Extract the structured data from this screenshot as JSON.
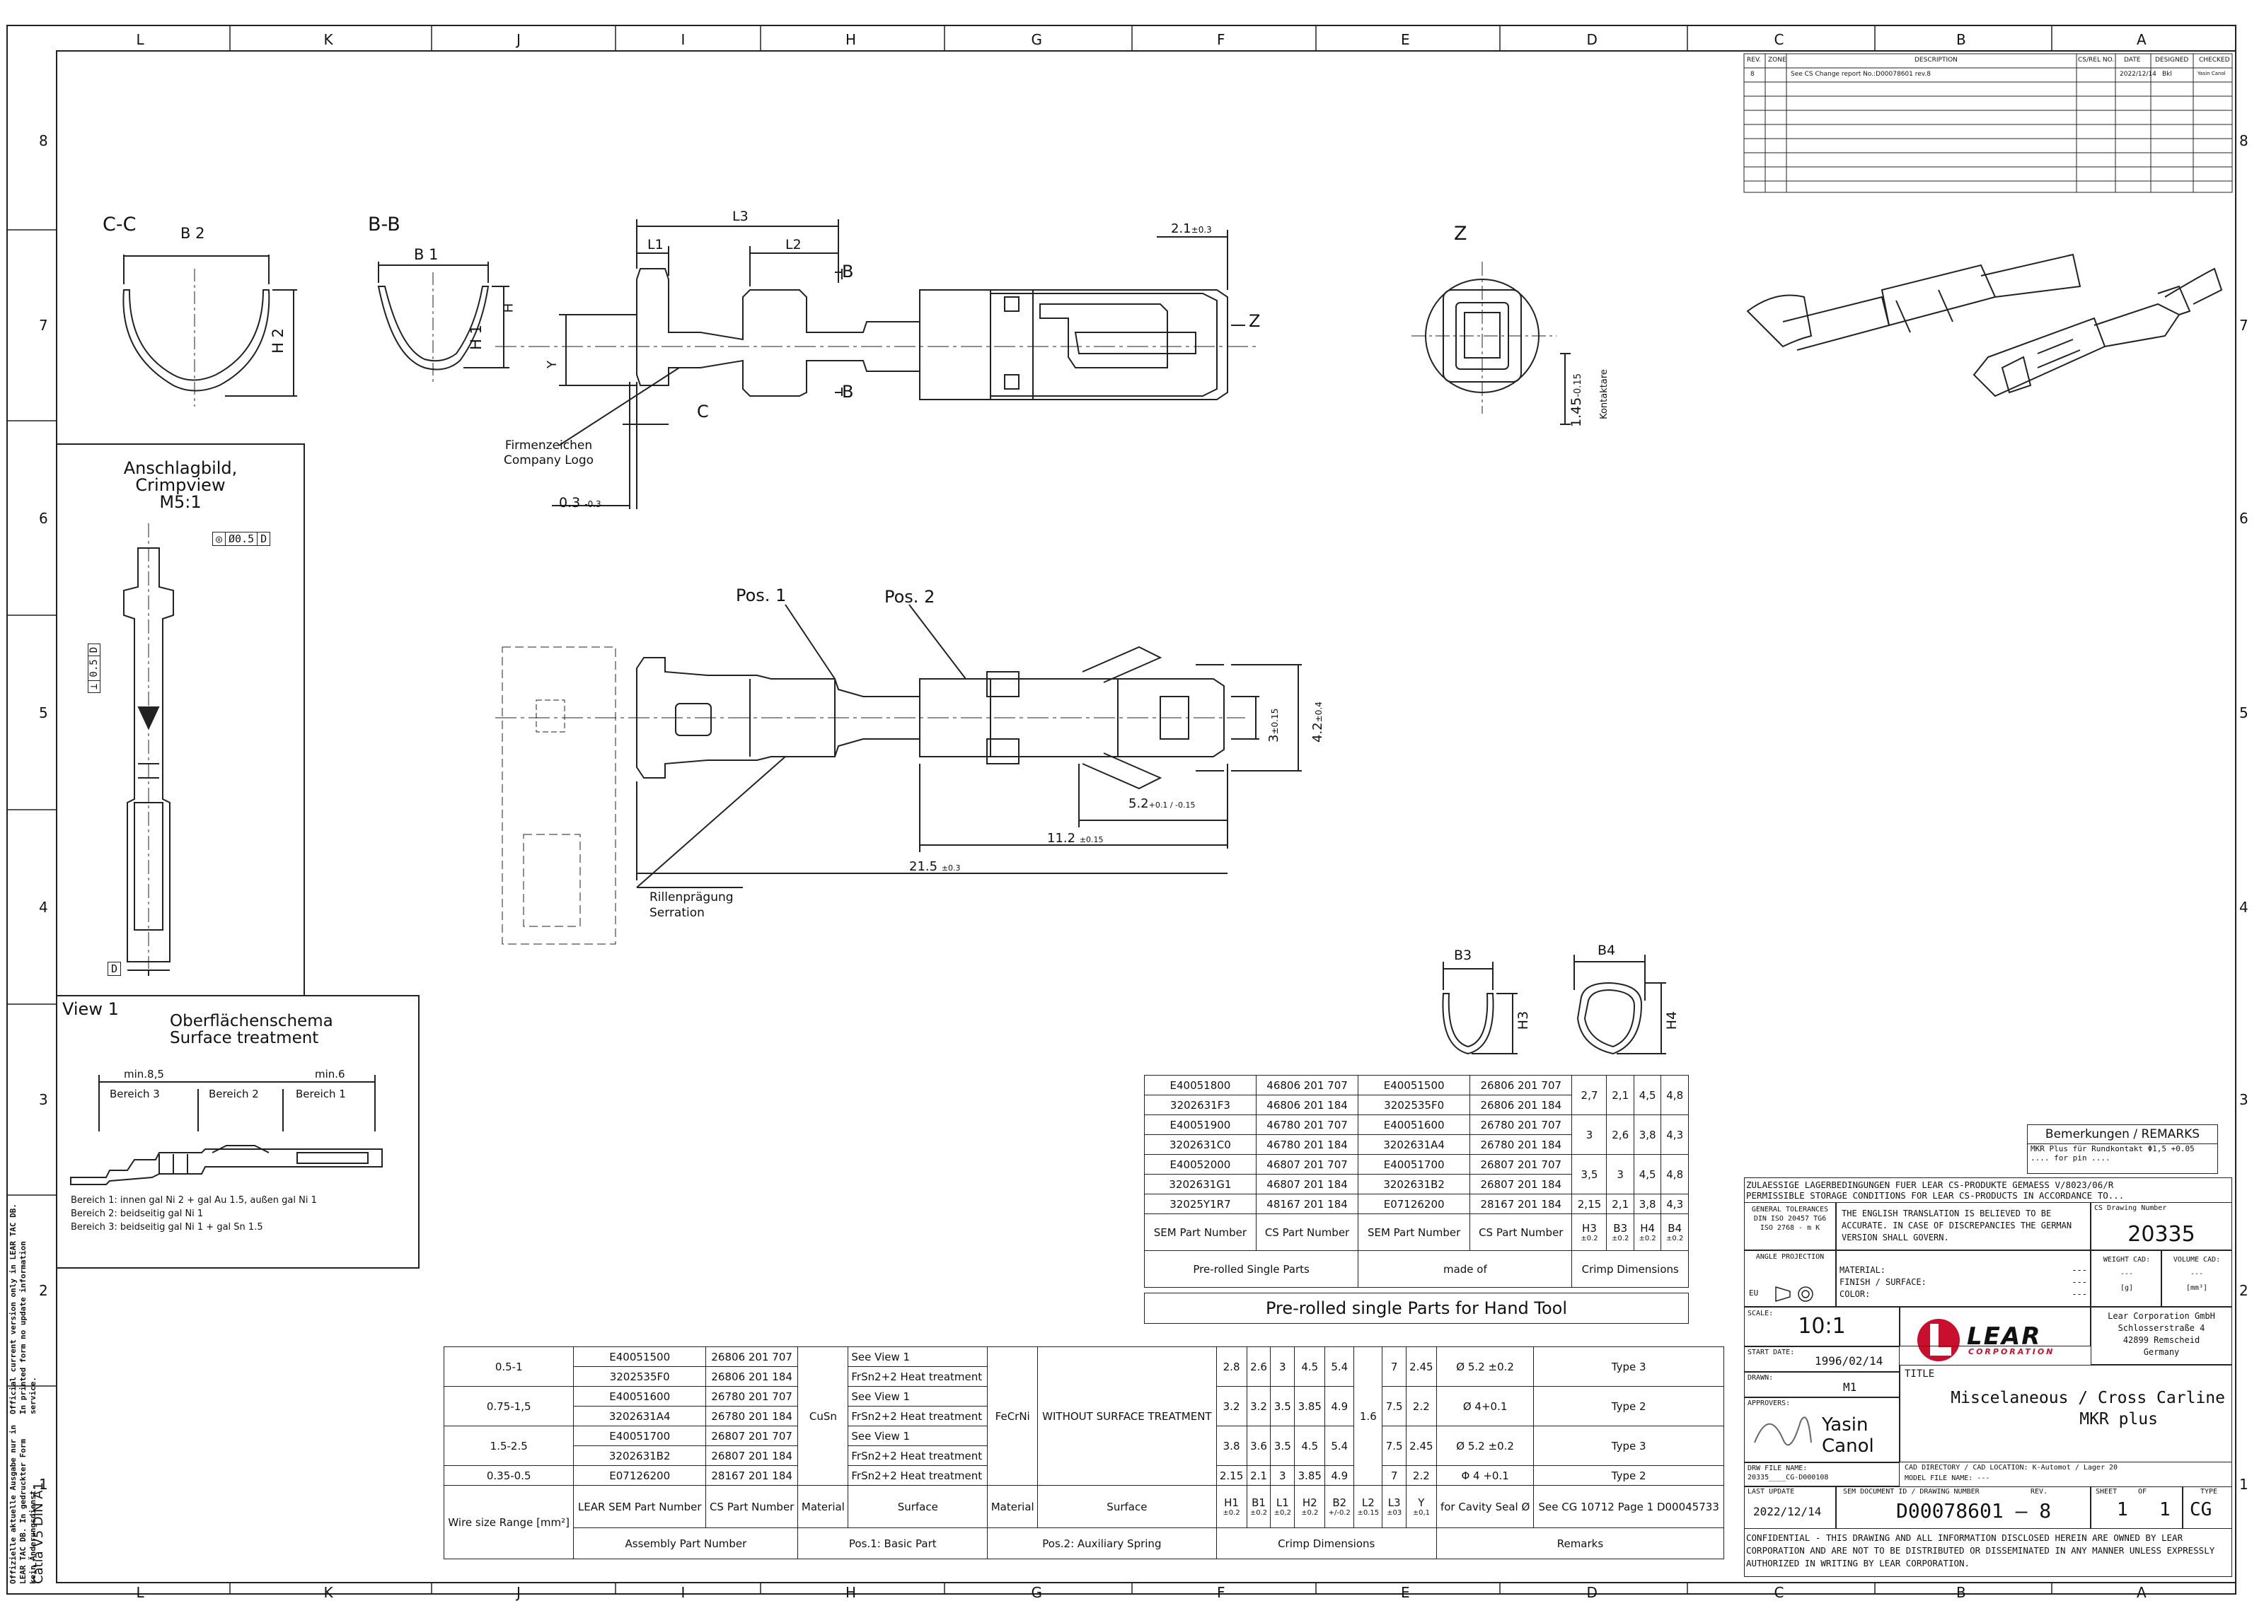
{
  "zones": {
    "columns": [
      "L",
      "K",
      "J",
      "I",
      "H",
      "G",
      "F",
      "E",
      "D",
      "C",
      "B",
      "A"
    ],
    "rows": [
      "8",
      "7",
      "6",
      "5",
      "4",
      "3",
      "2",
      "1"
    ]
  },
  "revision_block": {
    "headers": [
      "REV.",
      "ZONE",
      "DESCRIPTION",
      "CS/REL NO.",
      "DATE",
      "DESIGNED",
      "CHECKED"
    ],
    "row": [
      "8",
      "",
      "See CS Change report No.:D00078601 rev.8",
      "",
      "2022/12/14",
      "Bkl",
      "Yasin Canol"
    ]
  },
  "section_views": {
    "cc_label": "C-C",
    "bb_label": "B-B",
    "z_label": "Z",
    "b2": "B 2",
    "h2": "H 2",
    "b1": "B 1",
    "h1": "H 1",
    "z_dim": "1.45",
    "z_tol": "-0.15",
    "z_note": "Kontaktare"
  },
  "side_view": {
    "l1": "L1",
    "l2": "L2",
    "l3": "L3",
    "h": "H",
    "y": "Y",
    "b_mark": "B",
    "c_mark": "C",
    "z_arrow": "Z",
    "dim_top": "2.1",
    "dim_top_tol": "±0.3",
    "dim_03": "0.3",
    "dim_03_tol": "-0.3",
    "logo_de": "Firmenzeichen",
    "logo_en": "Company Logo"
  },
  "top_view": {
    "pos1": "Pos. 1",
    "pos2": "Pos. 2",
    "d_315": "3",
    "d_315_tol": "±0.15",
    "d_42": "4.2",
    "d_42_tol": "±0.4",
    "d_52": "5.2",
    "d_52_tol": "+0.1 / -0.15",
    "d_112": "11.2",
    "d_112_tol": "±0.15",
    "d_215": "21.5",
    "d_215_tol": "±0.3",
    "serr_de": "Rillenprägung",
    "serr_en": "Serration"
  },
  "crimp_view": {
    "title_de": "Anschlagbild,",
    "title_en": "Crimpview",
    "scale": "M5:1",
    "gdt_top": "Ø0.5",
    "gdt_top_ref": "D",
    "gdt_side": "0.5",
    "gdt_side_ref": "D",
    "datum": "D"
  },
  "view1": {
    "title": "View 1",
    "title_de": "Oberflächenschema",
    "title_en": "Surface treatment",
    "min85": "min.8,5",
    "min6": "min.6",
    "b3": "Bereich 3",
    "b2": "Bereich 2",
    "b1": "Bereich 1",
    "notes": [
      "Bereich 1: innen gal Ni 2 + gal Au 1.5, außen gal Ni 1",
      "Bereich 2: beidseitig gal Ni 1",
      "Bereich 3: beidseitig gal Ni 1 + gal Sn 1.5"
    ]
  },
  "b3b4": {
    "b3": "B3",
    "h3": "H3",
    "b4": "B4",
    "h4": "H4"
  },
  "preroll_table": {
    "rows": [
      [
        "E40051800",
        "46806 201 707",
        "E40051500",
        "26806 201 707"
      ],
      [
        "3202631F3",
        "46806 201 184",
        "3202535F0",
        "26806 201 184"
      ],
      [
        "E40051900",
        "46780 201 707",
        "E40051600",
        "26780 201 707"
      ],
      [
        "3202631C0",
        "46780 201 184",
        "3202631A4",
        "26780 201 184"
      ],
      [
        "E40052000",
        "46807 201 707",
        "E40051700",
        "26807 201 707"
      ],
      [
        "3202631G1",
        "46807 201 184",
        "3202631B2",
        "26807 201 184"
      ],
      [
        "32025Y1R7",
        "48167 201 184",
        "E07126200",
        "28167 201 184"
      ]
    ],
    "dims": [
      [
        "2,7",
        "2,1",
        "4,5",
        "4,8"
      ],
      [
        "3",
        "2,6",
        "3,8",
        "4,3"
      ],
      [
        "3,5",
        "3",
        "4,5",
        "4,8"
      ],
      [
        "2,15",
        "2,1",
        "3,8",
        "4,3"
      ]
    ],
    "hdr": [
      "SEM Part Number",
      "CS Part Number",
      "SEM Part Number",
      "CS Part Number"
    ],
    "dim_hdr": [
      "H3",
      "B3",
      "H4",
      "B4"
    ],
    "dim_tol": [
      "±0.2",
      "±0.2",
      "±0.2",
      "±0.2"
    ],
    "preroll": "Pre-rolled Single Parts",
    "made_of": "made of",
    "crimp_dims": "Crimp Dimensions",
    "caption": "Pre-rolled single Parts for Hand Tool"
  },
  "main_table": {
    "wire_sizes": [
      "0.5-1",
      "0.75-1,5",
      "1.5-2.5",
      "0.35-0.5"
    ],
    "parts": [
      [
        "E40051500",
        "26806 201 707"
      ],
      [
        "3202535F0",
        "26806 201 184"
      ],
      [
        "E40051600",
        "26780 201 707"
      ],
      [
        "3202631A4",
        "26780 201 184"
      ],
      [
        "E40051700",
        "26807 201 707"
      ],
      [
        "3202631B2",
        "26807 201 184"
      ],
      [
        "E07126200",
        "28167 201 184"
      ]
    ],
    "material1": "CuSn",
    "surfaces": [
      "See View 1",
      "FrSn2+2 Heat treatment",
      "See View 1",
      "FrSn2+2 Heat treatment",
      "See View 1",
      "FrSn2+2 Heat treatment",
      "FrSn2+2 Heat treatment"
    ],
    "material2": "FeCrNi",
    "surface2": "WITHOUT SURFACE TREATMENT",
    "crimp_rows": [
      [
        "2.8",
        "2.6",
        "3",
        "4.5",
        "5.4",
        "7",
        "2.45",
        "Ø 5.2 ±0.2",
        "Type 3"
      ],
      [
        "3.2",
        "3.2",
        "3.5",
        "3.85",
        "4.9",
        "7.5",
        "2.2",
        "Ø 4+0.1",
        "Type 2"
      ],
      [
        "3.8",
        "3.6",
        "3.5",
        "4.5",
        "5.4",
        "7.5",
        "2.45",
        "Ø 5.2 ±0.2",
        "Type 3"
      ],
      [
        "2.15",
        "2.1",
        "3",
        "3.85",
        "4.9",
        "7",
        "2.2",
        "Φ 4 +0.1",
        "Type 2"
      ]
    ],
    "l2_val": "1.6",
    "hdr_wire": "Wire size Range [mm²]",
    "hdr_sem": "LEAR SEM Part Number",
    "hdr_cs": "CS Part Number",
    "hdr_material": "Material",
    "hdr_surface": "Surface",
    "hdr_material2": "Material",
    "hdr_surface2": "Surface",
    "hdr_dims": [
      "H1",
      "B1",
      "L1",
      "H2",
      "B2",
      "L2",
      "L3",
      "Y"
    ],
    "hdr_tols": [
      "±0.2",
      "±0.2",
      "±0,2",
      "±0.2",
      "+/-0.2",
      "±0.15",
      "±03",
      "±0,1"
    ],
    "hdr_seal": "for Cavity Seal Ø",
    "hdr_remark": "See CG 10712 Page 1 D00045733",
    "foot_assembly": "Assembly Part Number",
    "foot_pos1": "Pos.1: Basic Part",
    "foot_pos2": "Pos.2: Auxiliary Spring",
    "foot_crimp": "Crimp Dimensions",
    "foot_remarks": "Remarks"
  },
  "remarks_box": {
    "title": "Bemerkungen / REMARKS",
    "line1": "MKR Plus für Rundkontakt Φ1,5 +0.05",
    "line2": ".... for pin ...."
  },
  "title_block": {
    "storage_de": "ZULAESSIGE LAGERBEDINGUNGEN FUER LEAR CS-PRODUKTE GEMAESS V/8023/06/R",
    "storage_en": "PERMISSIBLE STORAGE CONDITIONS FOR LEAR CS-PRODUCTS IN ACCORDANCE TO...",
    "gen_tol": "GENERAL TOLERANCES",
    "din": "DIN ISO 20457 TG6",
    "iso": "ISO 2768 - m K",
    "translation": "THE ENGLISH TRANSLATION IS BELIEVED TO BE ACCURATE. IN CASE OF DISCREPANCIES THE GERMAN VERSION SHALL GOVERN.",
    "cs_drawing_label": "CS Drawing Number",
    "cs_drawing": "20335",
    "angle": "ANGLE PROJECTION",
    "eu": "EU",
    "material_l": "MATERIAL:",
    "finish_l": "FINISH / SURFACE:",
    "color_l": "COLOR:",
    "dashes": "---",
    "weight_l": "WEIGHT CAD:",
    "volume_l": "VOLUME CAD:",
    "weight_u": "[g]",
    "volume_u": "[mm³]",
    "scale_l": "SCALE:",
    "scale": "10:1",
    "company": "Lear Corporation GmbH",
    "street": "Schlosserstraße 4",
    "city": "42899 Remscheid",
    "country": "Germany",
    "logo": "LEAR",
    "logo_sub": "CORPORATION",
    "start_l": "START DATE:",
    "start": "1996/02/14",
    "drawn_l": "DRAWN:",
    "drawn": "M1",
    "approvers_l": "APPROVERS:",
    "approver": "Yasin Canol",
    "title_l": "TITLE",
    "title1": "Miscelaneous / Cross Carline",
    "title2": "MKR plus",
    "drw_file_l": "DRW FILE NAME:",
    "drw_file": "20335____CG-D000108",
    "cad_dir": "CAD DIRECTORY / CAD LOCATION:  K-Automot / Lager 20",
    "model_file": "MODEL FILE NAME:                  ---",
    "last_update_l": "LAST UPDATE",
    "last_update": "2022/12/14",
    "semdoc_l": "SEM DOCUMENT ID / DRAWING NUMBER",
    "rev_l": "REV.",
    "doc": "D00078601",
    "rev": "8",
    "sheet_l": "SHEET",
    "of_l": "OF",
    "type_l": "TYPE",
    "sheet": "1",
    "of": "1",
    "type": "CG",
    "confidential": "CONFIDENTIAL - THIS DRAWING AND ALL INFORMATION DISCLOSED HEREIN ARE OWNED BY LEAR CORPORATION AND ARE NOT TO BE DISTRIBUTED OR DISSEMINATED IN ANY MANNER UNLESS EXPRESSLY AUTHORIZED IN WRITING BY LEAR CORPORATION."
  },
  "side_notes": {
    "n1": "Official current version only in LEAR TAC DB. In printed form no update information service.",
    "n2": "Offizielle aktuelle Ausgabe nur in LEAR TAC DB. In gedruckter Form kein Änderungsdienst.",
    "n3": "Catia V5 DIN A1"
  }
}
